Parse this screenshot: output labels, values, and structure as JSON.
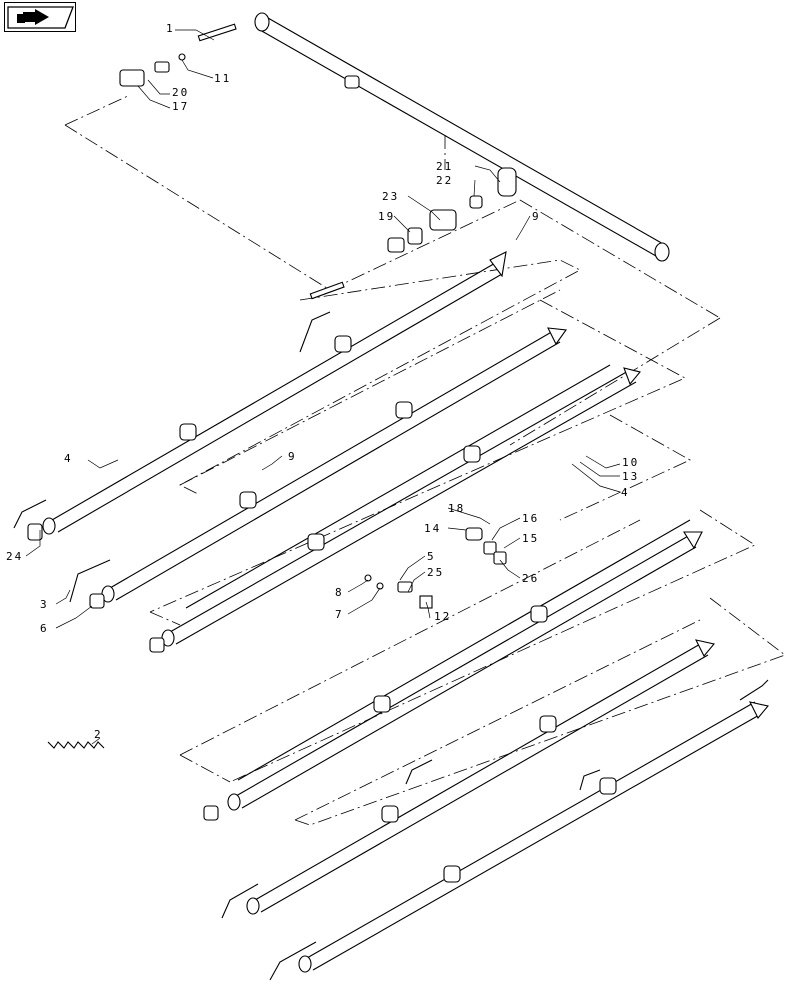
{
  "navigation": {
    "icon": "folder-arrow-icon"
  },
  "callouts": [
    "1",
    "2",
    "3",
    "4",
    "4",
    "5",
    "6",
    "7",
    "8",
    "9",
    "9",
    "10",
    "11",
    "12",
    "13",
    "14",
    "15",
    "16",
    "17",
    "18",
    "19",
    "20",
    "21",
    "22",
    "23",
    "24",
    "25",
    "26"
  ]
}
